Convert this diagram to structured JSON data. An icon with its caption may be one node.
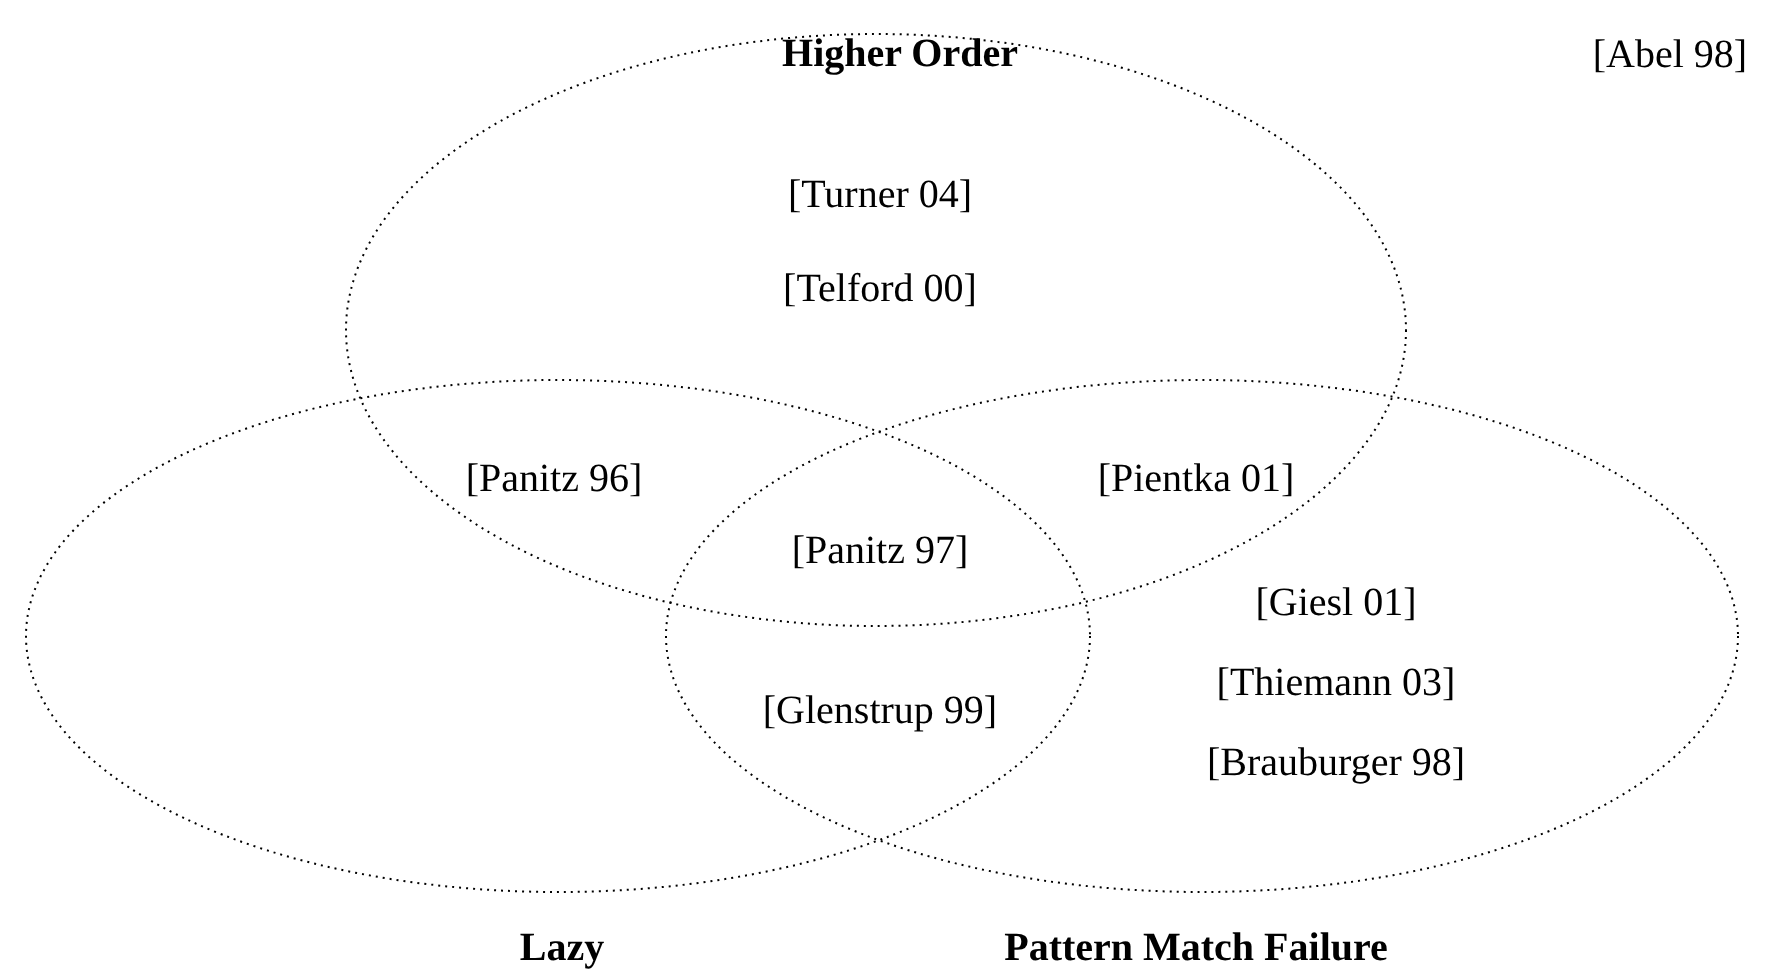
{
  "diagram": {
    "nodes": [
      {
        "text": [
          "Higher Order"
        ]
      },
      {
        "text": [
          "Lazy"
        ]
      },
      {
        "text": [
          "Pattern Match Failure"
        ]
      }
    ],
    "labels": [
      "[Abel 98]",
      "[Turner 04]",
      "[Telford 00]",
      "[Panitz 96]",
      "[Pientka 01]",
      "[Panitz 97]",
      "[Giesl 01]",
      "[Thiemann 03]",
      "[Glenstrup 99]",
      "[Brauburger 98]"
    ]
  }
}
